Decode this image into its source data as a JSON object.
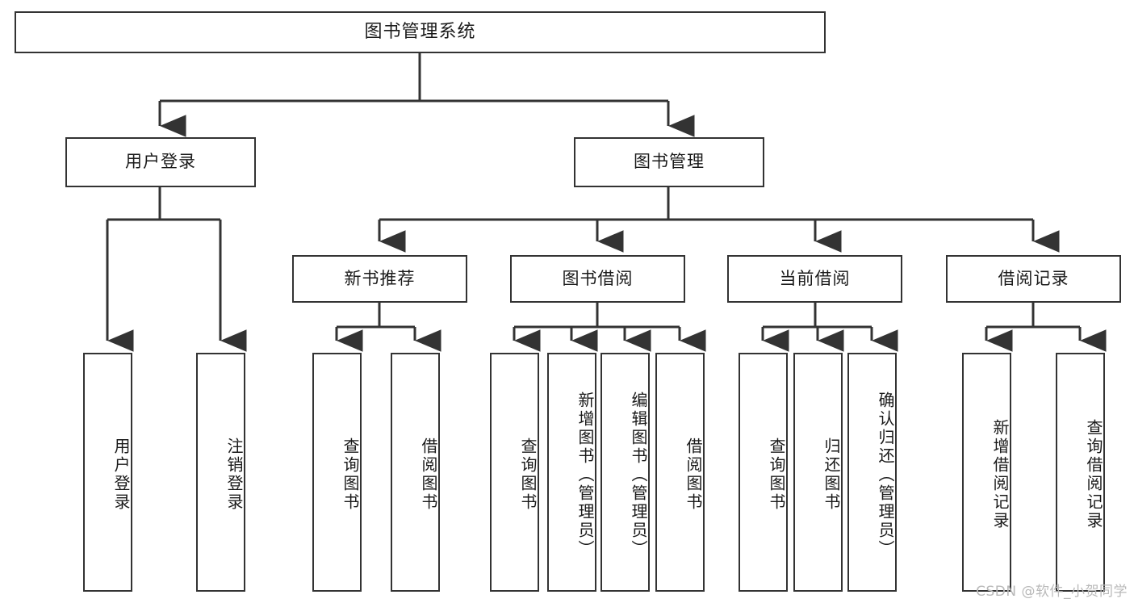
{
  "diagram": {
    "title": "图书管理系统",
    "type": "tree-hierarchy-functional-structure",
    "watermark": "CSDN @软件_小贺同学",
    "colors": {
      "box_border": "#333333",
      "box_fill": "#ffffff",
      "connector": "#333333",
      "text": "#1a1a1a",
      "watermark": "#b9b9b9",
      "background": "#ffffff"
    },
    "root": {
      "label": "图书管理系统"
    },
    "level2": [
      {
        "label": "用户登录"
      },
      {
        "label": "图书管理"
      }
    ],
    "level3": [
      {
        "label": "新书推荐"
      },
      {
        "label": "图书借阅"
      },
      {
        "label": "当前借阅"
      },
      {
        "label": "借阅记录"
      }
    ],
    "leaves": {
      "user_login": [
        {
          "label": "用户登录"
        },
        {
          "label": "注销登录"
        }
      ],
      "new_book_recommend": [
        {
          "label": "查询图书"
        },
        {
          "label": "借阅图书"
        }
      ],
      "book_borrow": [
        {
          "label": "查询图书"
        },
        {
          "label": "新增图书（管理员）"
        },
        {
          "label": "编辑图书（管理员）"
        },
        {
          "label": "借阅图书"
        }
      ],
      "current_borrow": [
        {
          "label": "查询图书"
        },
        {
          "label": "归还图书"
        },
        {
          "label": "确认归还（管理员）"
        }
      ],
      "borrow_record": [
        {
          "label": "新增借阅记录"
        },
        {
          "label": "查询借阅记录"
        }
      ]
    }
  }
}
